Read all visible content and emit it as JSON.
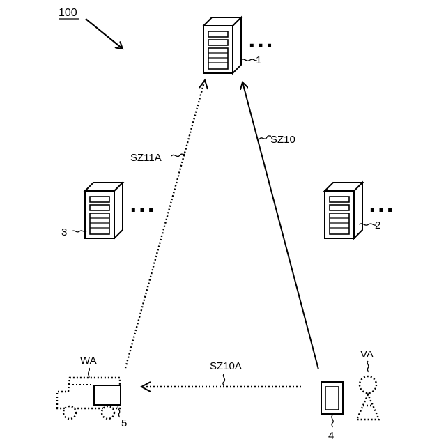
{
  "figure": {
    "system_ref": "100",
    "ellipsis": "···",
    "nodes": [
      {
        "id": "server-1",
        "ref": "1"
      },
      {
        "id": "server-2",
        "ref": "2"
      },
      {
        "id": "server-3",
        "ref": "3"
      },
      {
        "id": "terminal-4",
        "ref": "4"
      },
      {
        "id": "vehicle-device-5",
        "ref": "5"
      }
    ],
    "regions": {
      "vehicle": "WA",
      "person": "VA"
    },
    "signals": {
      "sz10": "SZ10",
      "sz10a": "SZ10A",
      "sz11a": "SZ11A"
    }
  }
}
